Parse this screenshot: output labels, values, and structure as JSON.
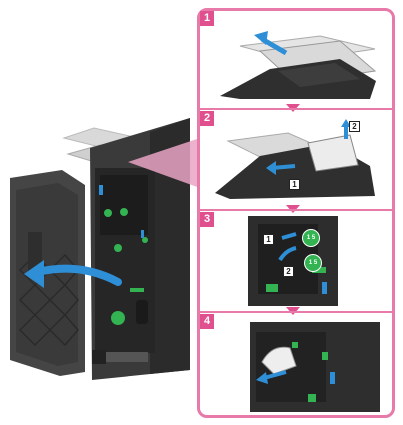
{
  "steps": [
    {
      "number": "1"
    },
    {
      "number": "2",
      "labels": [
        "2",
        "1"
      ]
    },
    {
      "number": "3",
      "labels": [
        "1",
        "2"
      ],
      "callouts": [
        "1 5",
        "1 5"
      ]
    },
    {
      "number": "4"
    }
  ],
  "colors": {
    "accent": "#e0508e",
    "frame": "#e77aa8",
    "callout": "#e9a3c3",
    "arrow_blue": "#2f8fd6",
    "machine": "#3d3d3d",
    "green_lever": "#34b352"
  }
}
